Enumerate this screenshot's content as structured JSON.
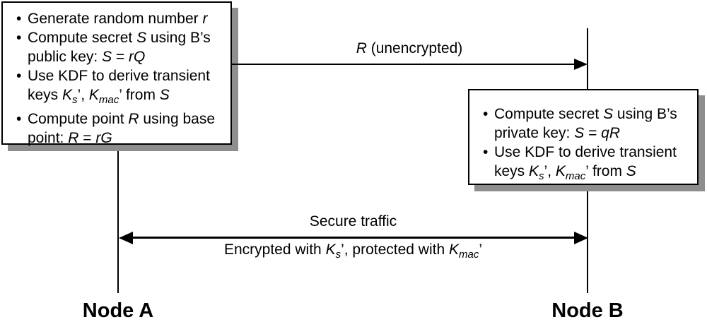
{
  "colors": {
    "ink": "#000000",
    "paper": "#ffffff",
    "shadow": "#8e8e8e"
  },
  "nodes": {
    "a": {
      "label": "Node A"
    },
    "b": {
      "label": "Node B"
    }
  },
  "box_a": {
    "bullets": [
      [
        {
          "t": "Generate random number "
        },
        {
          "t": "r",
          "i": true
        }
      ],
      [
        {
          "t": "Compute secret "
        },
        {
          "t": "S",
          "i": true
        },
        {
          "t": " using B’s"
        },
        {
          "br": true
        },
        {
          "t": "public key: "
        },
        {
          "t": "S",
          "i": true
        },
        {
          "t": " = "
        },
        {
          "t": "rQ",
          "i": true
        }
      ],
      [
        {
          "t": "Use KDF to derive transient"
        },
        {
          "br": true
        },
        {
          "t": "keys "
        },
        {
          "t": "K",
          "i": true
        },
        {
          "t": "s",
          "sub": true
        },
        {
          "t": "’, "
        },
        {
          "t": "K",
          "i": true
        },
        {
          "t": "mac",
          "sub": true
        },
        {
          "t": "’ from "
        },
        {
          "t": "S",
          "i": true
        }
      ],
      [
        {
          "t": "Compute point "
        },
        {
          "t": "R",
          "i": true
        },
        {
          "t": " using base"
        },
        {
          "br": true
        },
        {
          "t": "point: "
        },
        {
          "t": "R",
          "i": true
        },
        {
          "t": " = "
        },
        {
          "t": "rG",
          "i": true
        }
      ]
    ]
  },
  "box_b": {
    "bullets": [
      [
        {
          "t": "Compute secret "
        },
        {
          "t": "S",
          "i": true
        },
        {
          "t": " using B’s"
        },
        {
          "br": true
        },
        {
          "t": "private key: "
        },
        {
          "t": "S",
          "i": true
        },
        {
          "t": " = "
        },
        {
          "t": "qR",
          "i": true
        }
      ],
      [
        {
          "t": "Use KDF to derive transient"
        },
        {
          "br": true
        },
        {
          "t": "keys "
        },
        {
          "t": "K",
          "i": true
        },
        {
          "t": "s",
          "sub": true
        },
        {
          "t": "’, "
        },
        {
          "t": "K",
          "i": true
        },
        {
          "t": "mac",
          "sub": true
        },
        {
          "t": "’ from "
        },
        {
          "t": "S",
          "i": true
        }
      ]
    ]
  },
  "messages": {
    "r_unencrypted": {
      "direction": "a-to-b",
      "label": [
        {
          "t": "R",
          "i": true
        },
        {
          "t": " (unencrypted)"
        }
      ]
    },
    "secure_traffic": {
      "direction": "bidirectional",
      "title": "Secure traffic",
      "subtitle": [
        {
          "t": "Encrypted with "
        },
        {
          "t": "K",
          "i": true
        },
        {
          "t": "s",
          "sub": true
        },
        {
          "t": "’, protected with "
        },
        {
          "t": "K",
          "i": true
        },
        {
          "t": "mac",
          "sub": true
        },
        {
          "t": "’"
        }
      ]
    }
  }
}
